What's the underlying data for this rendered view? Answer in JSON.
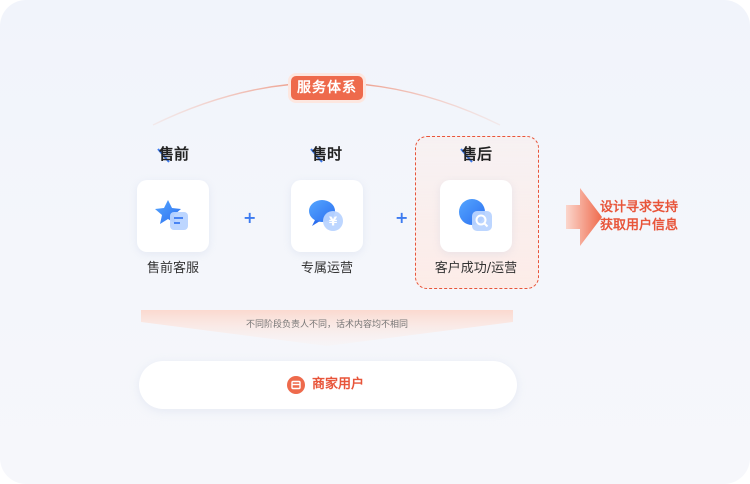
{
  "system": {
    "title": "服务体系"
  },
  "stages": [
    {
      "title": "售前",
      "label": "售前客服",
      "icon": "star-chat-icon"
    },
    {
      "title": "售时",
      "label": "专属运营",
      "icon": "yuan-chat-icon"
    },
    {
      "title": "售后",
      "label": "客户成功/运营",
      "icon": "search-chat-icon"
    }
  ],
  "plus": "+",
  "support": {
    "line1": "设计寻求支持",
    "line2": "获取用户信息"
  },
  "note": "不同阶段负责人不同，话术内容均不相同",
  "merchant": {
    "label": "商家用户",
    "icon": "shop-icon"
  },
  "colors": {
    "accent": "#e8553a",
    "blue": "#3d7bf0"
  }
}
